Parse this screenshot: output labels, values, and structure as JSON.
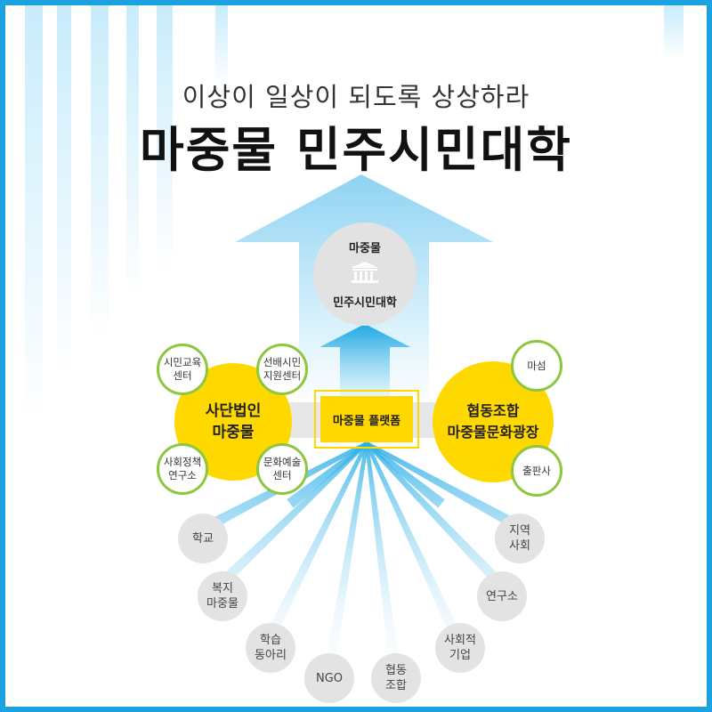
{
  "header": {
    "subtitle": "이상이 일상이 되도록 상상하라",
    "title": "마중물 민주시민대학"
  },
  "center": {
    "top_label": "마중물",
    "icon": "building-columns-icon",
    "bottom_label": "민주시민대학"
  },
  "platform": {
    "label": "마중물 플랫폼"
  },
  "left_hub": {
    "lines": [
      "사단법인",
      "마중물"
    ]
  },
  "right_hub": {
    "lines": [
      "협동조합",
      "마중물문화광장"
    ]
  },
  "left_satellites": [
    {
      "lines": [
        "시민교육",
        "센터"
      ]
    },
    {
      "lines": [
        "선배시민",
        "지원센터"
      ]
    },
    {
      "lines": [
        "사회정책",
        "연구소"
      ]
    },
    {
      "lines": [
        "문화예술",
        "센터"
      ]
    }
  ],
  "right_satellites": [
    {
      "lines": [
        "마섬"
      ]
    },
    {
      "lines": [
        "출판사"
      ]
    }
  ],
  "partners": [
    {
      "lines": [
        "학교"
      ]
    },
    {
      "lines": [
        "복지",
        "마중물"
      ]
    },
    {
      "lines": [
        "학습",
        "동아리"
      ]
    },
    {
      "lines": [
        "NGO"
      ]
    },
    {
      "lines": [
        "협동",
        "조합"
      ]
    },
    {
      "lines": [
        "사회적",
        "기업"
      ]
    },
    {
      "lines": [
        "연구소"
      ]
    },
    {
      "lines": [
        "지역",
        "사회"
      ]
    }
  ],
  "colors": {
    "frame": "#1aa3e0",
    "yellow": "#ffd800",
    "green": "#8dc63f",
    "grey": "#e3e3e3",
    "sky": "#8fd3f2"
  }
}
